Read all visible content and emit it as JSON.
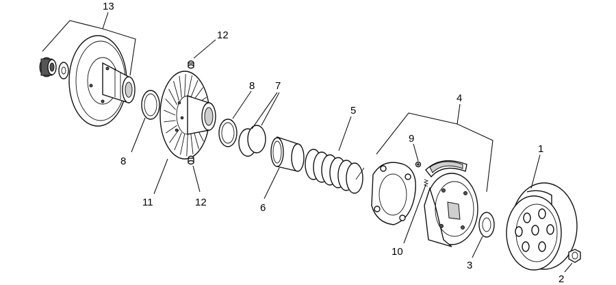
{
  "callouts": [
    {
      "id": "c13",
      "text": "13"
    },
    {
      "id": "c12a",
      "text": "12"
    },
    {
      "id": "c8a",
      "text": "8"
    },
    {
      "id": "c7",
      "text": "7"
    },
    {
      "id": "c5",
      "text": "5"
    },
    {
      "id": "c4",
      "text": "4"
    },
    {
      "id": "c9",
      "text": "9"
    },
    {
      "id": "c1",
      "text": "1"
    },
    {
      "id": "c8b",
      "text": "8"
    },
    {
      "id": "c11",
      "text": "11"
    },
    {
      "id": "c12b",
      "text": "12"
    },
    {
      "id": "c6",
      "text": "6"
    },
    {
      "id": "c10",
      "text": "10"
    },
    {
      "id": "c3",
      "text": "3"
    },
    {
      "id": "c2",
      "text": "2"
    }
  ]
}
